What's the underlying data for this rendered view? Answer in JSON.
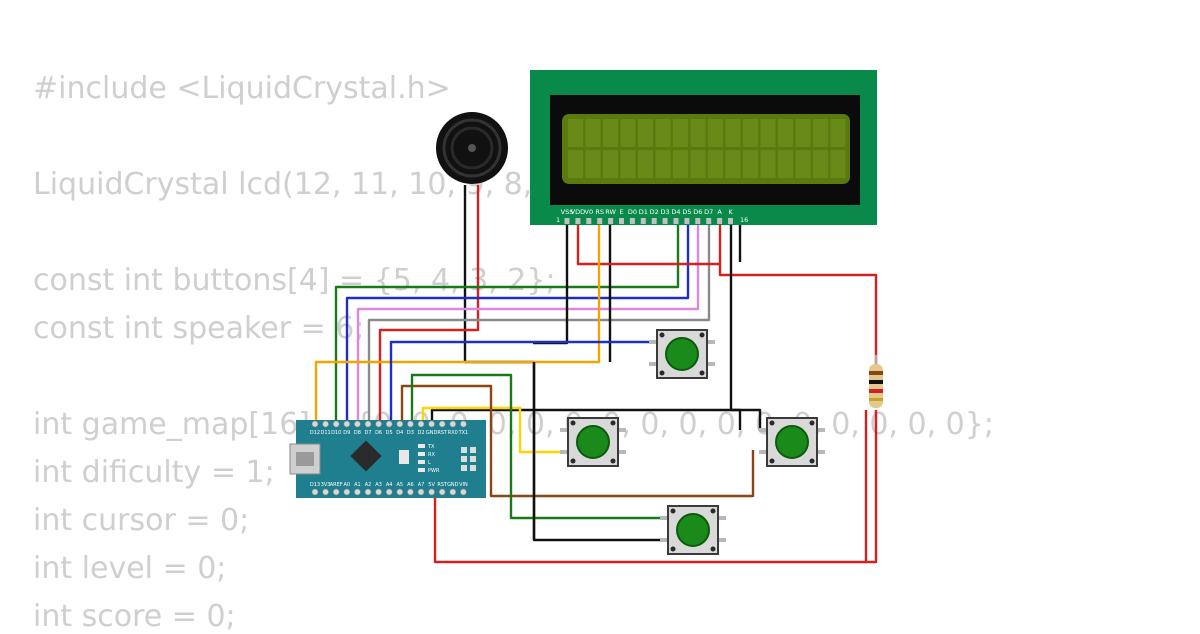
{
  "code_lines": [
    "#include <LiquidCrystal.h>",
    "",
    "LiquidCrystal lcd(12, 11, 10, 9, 8, 7);",
    "",
    "const int buttons[4] = {5, 4, 3, 2};",
    "const int speaker = 6;",
    "",
    "int game_map[16] = {0, 0, 0, 0, 0, 0, 0, 0, 0, 0, 0, 0, 0, 0, 0, 0};",
    "int dificulty = 1;",
    "int cursor = 0;",
    "int level = 0;",
    "int score = 0;"
  ],
  "lcd": {
    "pin_labels": [
      "VSS",
      "VDD",
      "V0",
      "RS",
      "RW",
      "E",
      "D0",
      "D1",
      "D2",
      "D3",
      "D4",
      "D5",
      "D6",
      "D7",
      "A",
      "K"
    ],
    "first_pin": "1",
    "last_pin": "16"
  },
  "nano": {
    "top_pins": [
      "D12",
      "D11",
      "D10",
      "D9",
      "D8",
      "D7",
      "D6",
      "D5",
      "D4",
      "D3",
      "D2",
      "GND",
      "RST",
      "RX0",
      "TX1"
    ],
    "bottom_pins": [
      "D13",
      "3V3",
      "AREF",
      "A0",
      "A1",
      "A2",
      "A3",
      "A4",
      "A5",
      "A6",
      "A7",
      "5V",
      "RST",
      "GND",
      "VIN"
    ],
    "side_labels": [
      "TX",
      "RX",
      "L",
      "PWR"
    ]
  },
  "colors": {
    "wire_black": "#111111",
    "wire_red": "#d42020",
    "wire_green": "#1a7a1a",
    "wire_blue": "#1f2fbf",
    "wire_violet": "#dd88dd",
    "wire_gray": "#8a8a8a",
    "wire_orange": "#f0a500",
    "wire_yellow": "#ffd400",
    "wire_brown": "#8b4513",
    "lcd_board": "#0a8a4a",
    "lcd_screen": "#5a7a10",
    "nano_board": "#1f7f8f",
    "button_cap": "#1a8a1a"
  }
}
